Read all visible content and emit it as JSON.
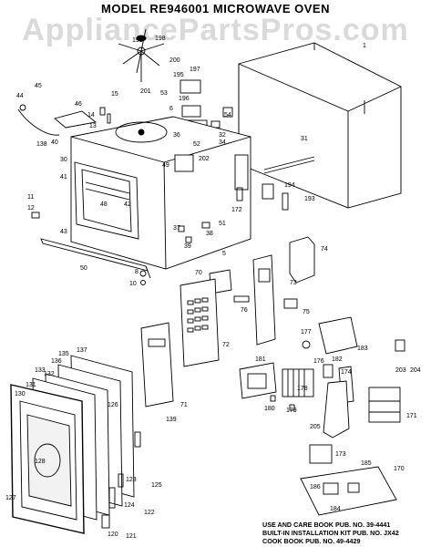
{
  "title": "MODEL RE946001 MICROWAVE OVEN",
  "watermark": "AppliancePartsPros.com",
  "notes": [
    "USE AND CARE BOOK PUB. NO. 39-4441",
    "BUILT-IN INSTALLATION KIT PUB. NO. JX42",
    "COOK BOOK PUB. NO. 49-4429"
  ],
  "part_labels": [
    {
      "id": "lbl-199",
      "text": "199"
    },
    {
      "id": "lbl-198",
      "text": "198"
    },
    {
      "id": "lbl-200",
      "text": "200"
    },
    {
      "id": "lbl-195",
      "text": "195"
    },
    {
      "id": "lbl-197",
      "text": "197"
    },
    {
      "id": "lbl-1",
      "text": "1"
    },
    {
      "id": "lbl-44",
      "text": "44"
    },
    {
      "id": "lbl-45",
      "text": "45"
    },
    {
      "id": "lbl-46",
      "text": "46"
    },
    {
      "id": "lbl-15",
      "text": "15"
    },
    {
      "id": "lbl-53",
      "text": "53"
    },
    {
      "id": "lbl-196",
      "text": "196"
    },
    {
      "id": "lbl-6",
      "text": "6"
    },
    {
      "id": "lbl-54",
      "text": "54"
    },
    {
      "id": "lbl-201",
      "text": "201"
    },
    {
      "id": "lbl-14",
      "text": "14"
    },
    {
      "id": "lbl-13",
      "text": "13"
    },
    {
      "id": "lbl-138",
      "text": "138"
    },
    {
      "id": "lbl-40",
      "text": "40"
    },
    {
      "id": "lbl-30",
      "text": "30"
    },
    {
      "id": "lbl-36",
      "text": "36"
    },
    {
      "id": "lbl-34",
      "text": "34"
    },
    {
      "id": "lbl-32",
      "text": "32"
    },
    {
      "id": "lbl-31",
      "text": "31"
    },
    {
      "id": "lbl-52",
      "text": "52"
    },
    {
      "id": "lbl-202",
      "text": "202"
    },
    {
      "id": "lbl-41",
      "text": "41"
    },
    {
      "id": "lbl-49",
      "text": "49"
    },
    {
      "id": "lbl-11",
      "text": "11"
    },
    {
      "id": "lbl-12",
      "text": "12"
    },
    {
      "id": "lbl-48",
      "text": "48"
    },
    {
      "id": "lbl-42",
      "text": "42"
    },
    {
      "id": "lbl-43",
      "text": "43"
    },
    {
      "id": "lbl-172",
      "text": "172"
    },
    {
      "id": "lbl-194",
      "text": "194"
    },
    {
      "id": "lbl-193",
      "text": "193"
    },
    {
      "id": "lbl-37",
      "text": "37"
    },
    {
      "id": "lbl-51",
      "text": "51"
    },
    {
      "id": "lbl-38",
      "text": "38"
    },
    {
      "id": "lbl-39",
      "text": "39"
    },
    {
      "id": "lbl-5",
      "text": "5"
    },
    {
      "id": "lbl-50",
      "text": "50"
    },
    {
      "id": "lbl-74",
      "text": "74"
    },
    {
      "id": "lbl-8",
      "text": "8"
    },
    {
      "id": "lbl-10",
      "text": "10"
    },
    {
      "id": "lbl-70",
      "text": "70"
    },
    {
      "id": "lbl-73",
      "text": "73"
    },
    {
      "id": "lbl-75",
      "text": "75"
    },
    {
      "id": "lbl-76",
      "text": "76"
    },
    {
      "id": "lbl-72",
      "text": "72"
    },
    {
      "id": "lbl-177",
      "text": "177"
    },
    {
      "id": "lbl-183",
      "text": "183"
    },
    {
      "id": "lbl-176",
      "text": "176"
    },
    {
      "id": "lbl-137",
      "text": "137"
    },
    {
      "id": "lbl-135",
      "text": "135"
    },
    {
      "id": "lbl-136",
      "text": "136"
    },
    {
      "id": "lbl-133",
      "text": "133"
    },
    {
      "id": "lbl-132",
      "text": "132"
    },
    {
      "id": "lbl-131",
      "text": "131"
    },
    {
      "id": "lbl-130",
      "text": "130"
    },
    {
      "id": "lbl-181",
      "text": "181"
    },
    {
      "id": "lbl-182",
      "text": "182"
    },
    {
      "id": "lbl-174",
      "text": "174"
    },
    {
      "id": "lbl-203",
      "text": "203"
    },
    {
      "id": "lbl-204",
      "text": "204"
    },
    {
      "id": "lbl-71",
      "text": "71"
    },
    {
      "id": "lbl-139",
      "text": "139"
    },
    {
      "id": "lbl-180",
      "text": "180"
    },
    {
      "id": "lbl-179",
      "text": "179"
    },
    {
      "id": "lbl-178",
      "text": "178"
    },
    {
      "id": "lbl-171",
      "text": "171"
    },
    {
      "id": "lbl-205",
      "text": "205"
    },
    {
      "id": "lbl-126",
      "text": "126"
    },
    {
      "id": "lbl-128",
      "text": "128"
    },
    {
      "id": "lbl-127",
      "text": "127"
    },
    {
      "id": "lbl-173",
      "text": "173"
    },
    {
      "id": "lbl-123",
      "text": "123"
    },
    {
      "id": "lbl-125",
      "text": "125"
    },
    {
      "id": "lbl-124",
      "text": "124"
    },
    {
      "id": "lbl-122",
      "text": "122"
    },
    {
      "id": "lbl-120",
      "text": "120"
    },
    {
      "id": "lbl-121",
      "text": "121"
    },
    {
      "id": "lbl-185",
      "text": "185"
    },
    {
      "id": "lbl-170",
      "text": "170"
    },
    {
      "id": "lbl-186",
      "text": "186"
    },
    {
      "id": "lbl-184",
      "text": "184"
    }
  ]
}
